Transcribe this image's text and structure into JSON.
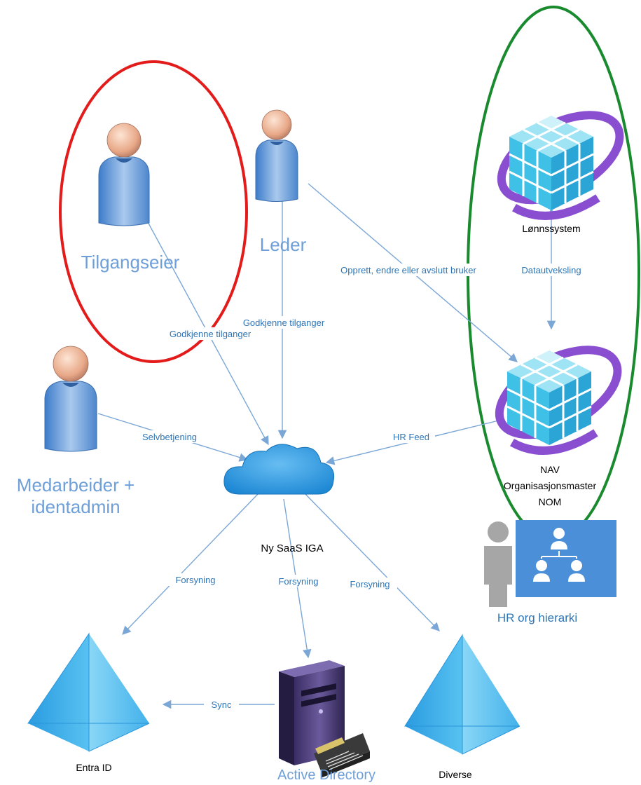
{
  "nodes": {
    "tilgangseier": "Tilgangseier",
    "leder": "Leder",
    "medarbeider_line1": "Medarbeider +",
    "medarbeider_line2": "identadmin",
    "lonnssystem": "Lønnssystem",
    "nav_line1": "NAV",
    "nav_line2": "Organisasjonsmaster",
    "nav_line3": "NOM",
    "hr_org": "HR org hierarki",
    "iga": "Ny SaaS IGA",
    "entra": "Entra ID",
    "ad": "Active Directory",
    "diverse": "Diverse"
  },
  "edges": {
    "tilgangseier_to_iga": "Godkjenne tilganger",
    "leder_to_iga": "Godkjenne tilganger",
    "leder_to_nav": "Opprett, endre eller avslutt bruker",
    "lonn_nav": "Datautveksling",
    "medarbeider_to_iga": "Selvbetjening",
    "nav_to_iga": "HR Feed",
    "iga_to_entra": "Forsyning",
    "iga_to_ad": "Forsyning",
    "iga_to_diverse": "Forsyning",
    "ad_to_entra": "Sync"
  },
  "colors": {
    "red_highlight": "#e41b1b",
    "green_highlight": "#1a8a2e",
    "edge": "#7ba7d6",
    "label_blue": "#6f9fd8"
  }
}
